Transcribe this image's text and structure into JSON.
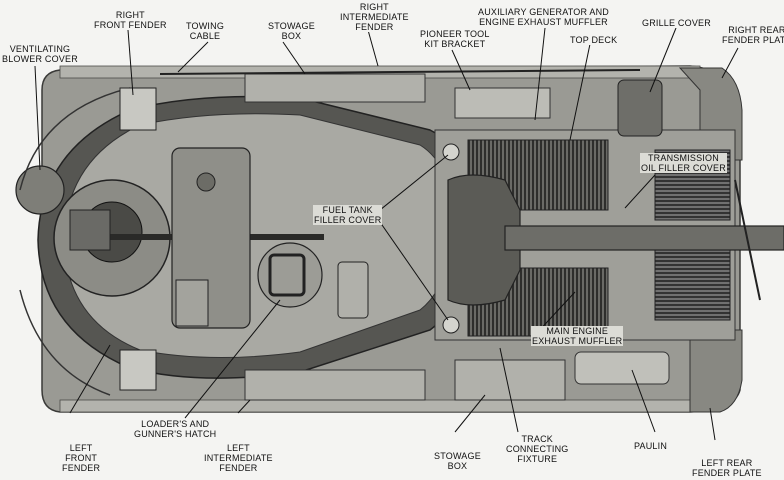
{
  "labels": {
    "ventilating_blower_cover": "VENTILATING\nBLOWER COVER",
    "right_front_fender": "RIGHT\nFRONT FENDER",
    "towing_cable": "TOWING\nCABLE",
    "stowage_box_top": "STOWAGE\nBOX",
    "right_intermediate_fender": "RIGHT\nINTERMEDIATE\nFENDER",
    "pioneer_tool_kit_bracket": "PIONEER TOOL\nKIT BRACKET",
    "auxiliary_generator": "AUXILIARY GENERATOR AND\nENGINE EXHAUST MUFFLER",
    "top_deck": "TOP DECK",
    "grille_cover": "GRILLE COVER",
    "right_rear_fender_plate": "RIGHT REAR\nFENDER PLATE",
    "transmission_oil_filler_cover": "TRANSMISSION\nOIL FILLER COVER",
    "fuel_tank_filler_cover": "FUEL TANK\nFILLER COVER",
    "main_engine_exhaust_muffler": "MAIN ENGINE\nEXHAUST MUFFLER",
    "loaders_gunners_hatch": "LOADER'S AND\nGUNNER'S HATCH",
    "left_front_fender": "LEFT\nFRONT\nFENDER",
    "left_intermediate_fender": "LEFT\nINTERMEDIATE\nFENDER",
    "stowage_box_bottom": "STOWAGE\nBOX",
    "track_connecting_fixture": "TRACK\nCONNECTING\nFIXTURE",
    "paulin": "PAULIN",
    "left_rear_fender_plate": "LEFT REAR\nFENDER PLATE"
  }
}
